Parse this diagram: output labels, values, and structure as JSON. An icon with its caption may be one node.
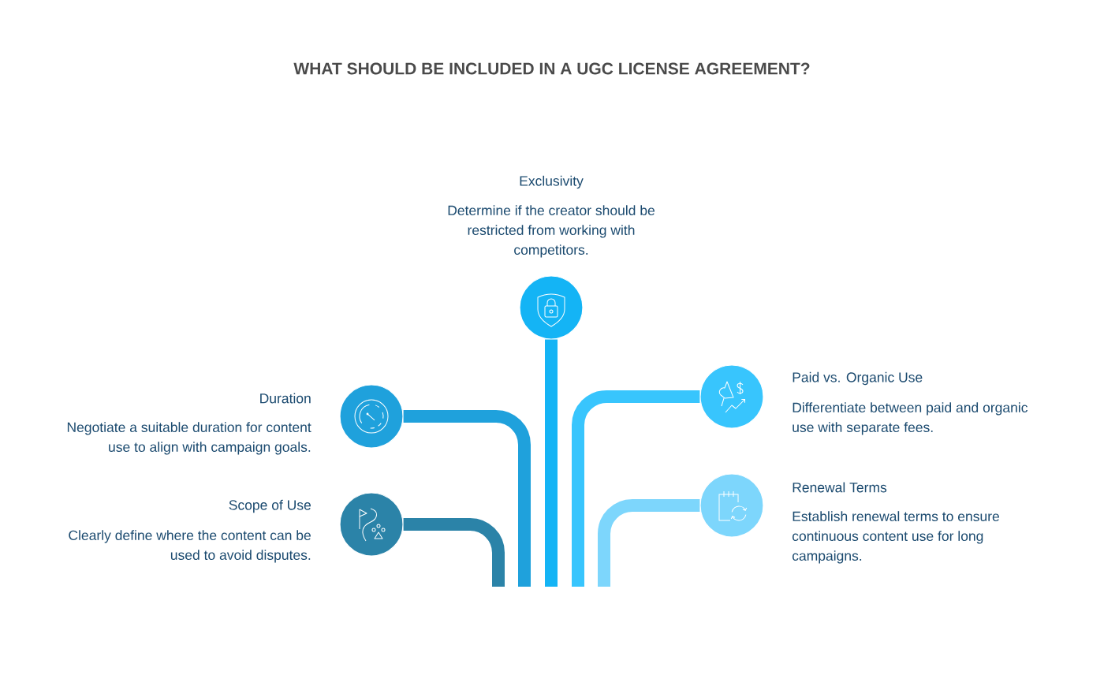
{
  "diagram": {
    "title": "WHAT SHOULD BE INCLUDED IN A UGC LICENSE AGREEMENT?",
    "nodes": [
      {
        "text": [],
        "shape": "circle",
        "beside": [
          "Exclusivity",
          "Determine if the creator should be restricted from working with competitors."
        ]
      },
      {
        "text": [],
        "shape": "circle",
        "beside": [
          "Duration",
          "Negotiate a suitable duration for content use to align with campaign goals."
        ]
      },
      {
        "text": [],
        "shape": "circle",
        "beside": [
          "Paid vs. Organic Use",
          "Differentiate between paid and organic use with separate fees."
        ]
      },
      {
        "text": [],
        "shape": "circle",
        "beside": [
          "Scope of Use",
          "Clearly define where the content can be used to avoid disputes."
        ]
      },
      {
        "text": [],
        "shape": "circle",
        "beside": [
          "Renewal Terms",
          "Establish renewal terms to ensure continuous content use for long campaigns."
        ]
      }
    ],
    "edges": [
      {
        "from": 0,
        "to": null,
        "arrow": "none",
        "color": "#14b4f5"
      },
      {
        "from": 1,
        "to": null,
        "arrow": "none",
        "color": "#1fa1dc"
      },
      {
        "from": 2,
        "to": null,
        "arrow": "none",
        "color": "#38c5fd"
      },
      {
        "from": 3,
        "to": null,
        "arrow": "none",
        "color": "#2b83a8"
      },
      {
        "from": 4,
        "to": null,
        "arrow": "none",
        "color": "#7dd6fc"
      }
    ]
  }
}
